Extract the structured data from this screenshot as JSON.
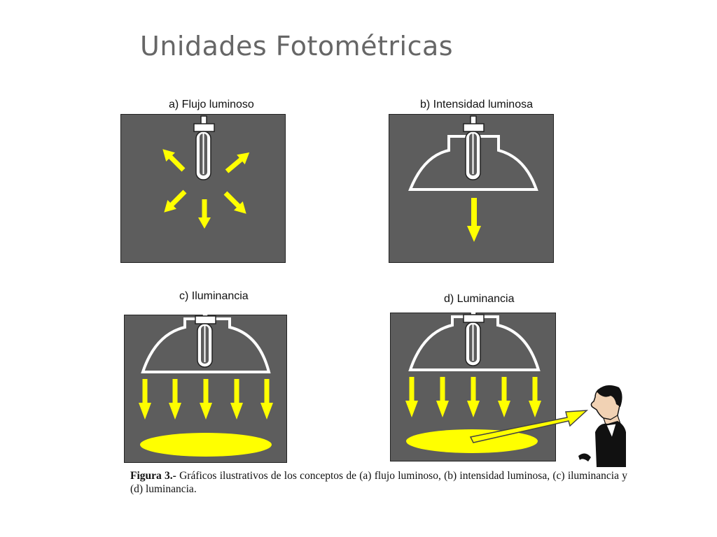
{
  "title": "Unidades Fotométricas",
  "panels": {
    "a": {
      "label": "a) Flujo luminoso"
    },
    "b": {
      "label": "b) Intensidad luminosa"
    },
    "c": {
      "label": "c) Iluminancia"
    },
    "d": {
      "label": "d) Luminancia"
    }
  },
  "caption": {
    "prefix": "Figura 3.-",
    "text": " Gráficos ilustrativos de los conceptos de (a) flujo luminoso, (b) intensidad luminosa, (c) iluminancia y (d) luminancia."
  },
  "colors": {
    "panel_bg": "#5d5d5d",
    "light": "#ffff00",
    "lamp": "#ffffff",
    "panel_border": "#222222"
  },
  "icons": [
    "lamp-icon",
    "reflector-icon",
    "arrow-icon",
    "illuminated-area-icon",
    "observer-icon"
  ]
}
